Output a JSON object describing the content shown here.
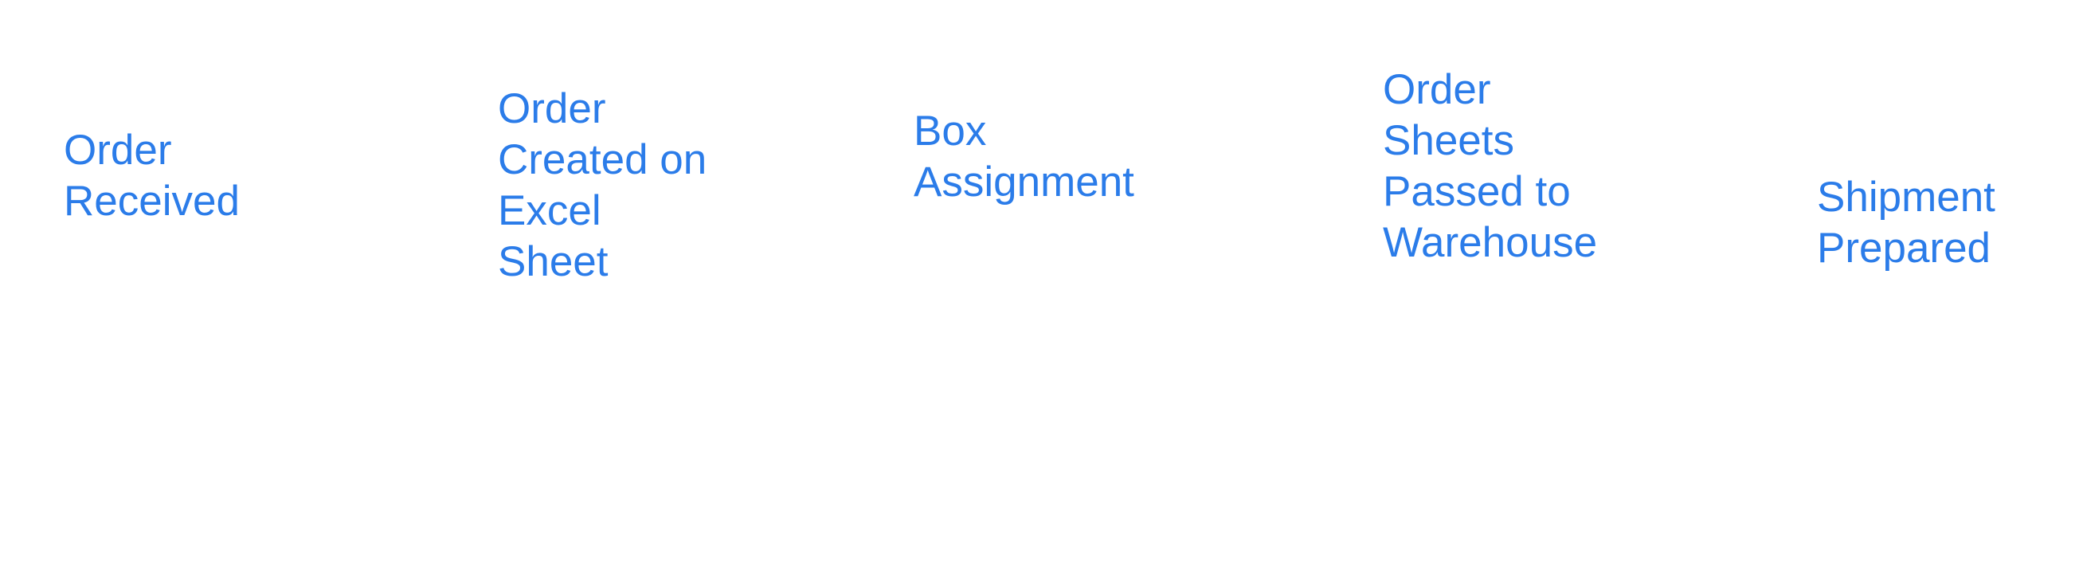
{
  "colors": {
    "text": "#2b7ce9",
    "background": "#ffffff"
  },
  "steps": [
    {
      "lines": [
        "Order",
        "Received"
      ]
    },
    {
      "lines": [
        "Order",
        "Created on",
        "Excel",
        "Sheet"
      ]
    },
    {
      "lines": [
        "Box",
        "Assignment"
      ]
    },
    {
      "lines": [
        "Order",
        "Sheets",
        "Passed to",
        "Warehouse"
      ]
    },
    {
      "lines": [
        "Shipment",
        "Prepared"
      ]
    }
  ]
}
